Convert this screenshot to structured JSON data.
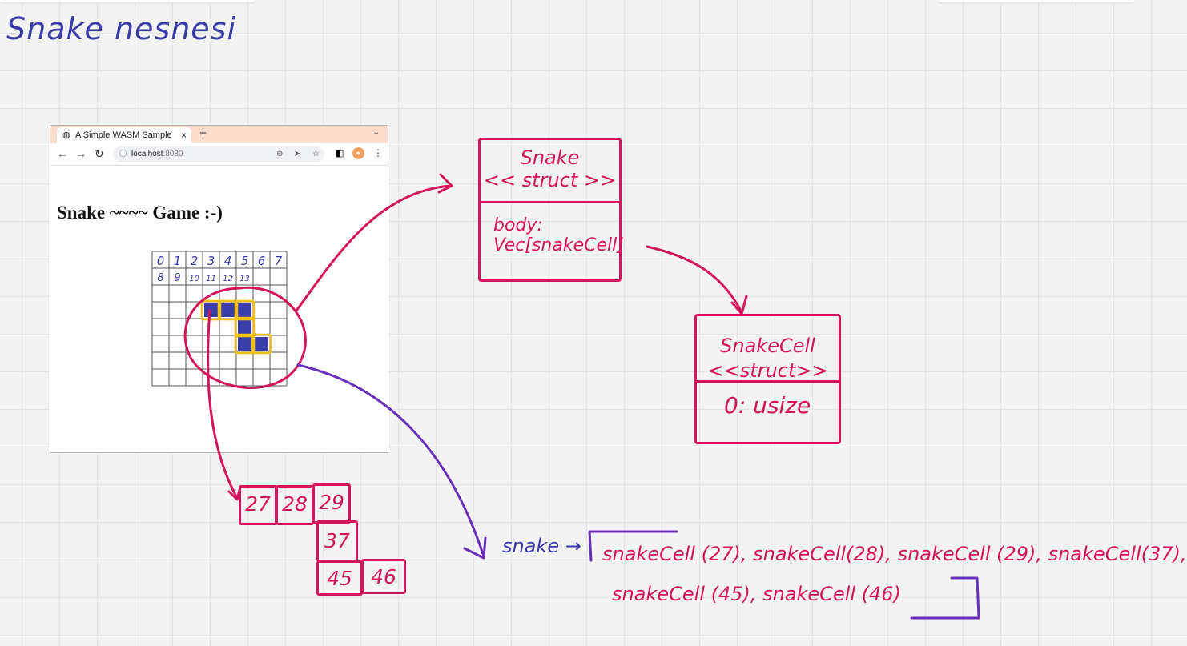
{
  "title": "Snake nesnesi",
  "browser": {
    "tab_title": "A Simple WASM Sample",
    "tab_close": "×",
    "new_tab": "+",
    "tab_list": "⌄",
    "url_host": "localhost",
    "url_port": ":8080",
    "page_heading": "Snake ~~~~ Game :-)"
  },
  "grid": {
    "columns": 8,
    "rows": 8,
    "number_labels_row1": [
      "0",
      "1",
      "2",
      "3",
      "4",
      "5",
      "6",
      "7"
    ],
    "number_labels_row2": [
      "8",
      "9",
      "10",
      "11",
      "12",
      "13"
    ],
    "snake_cells": [
      27,
      28,
      29,
      37,
      45,
      46
    ],
    "snake_fill_color": "#3a3eaa",
    "highlight_color": "#f2c012"
  },
  "snake_struct": {
    "name": "Snake",
    "stereotype": "<< struct >>",
    "field": "body: Vec[snakeCell]"
  },
  "snakecell_struct": {
    "name": "SnakeCell",
    "stereotype": "<<struct>>",
    "field": "0: usize"
  },
  "cells": {
    "row1": [
      "27",
      "28",
      "29"
    ],
    "row2": [
      "37"
    ],
    "row3": [
      "45",
      "46"
    ]
  },
  "expression": {
    "lhs": "snake →",
    "line1": "snakeCell (27), snakeCell(28), snakeCell (29), snakeCell(37),",
    "line2": "snakeCell (45), snakeCell (46)"
  },
  "colors": {
    "magenta": "#d4145a",
    "purple": "#6a2fb8",
    "blue_ink": "#3a3aa8"
  }
}
